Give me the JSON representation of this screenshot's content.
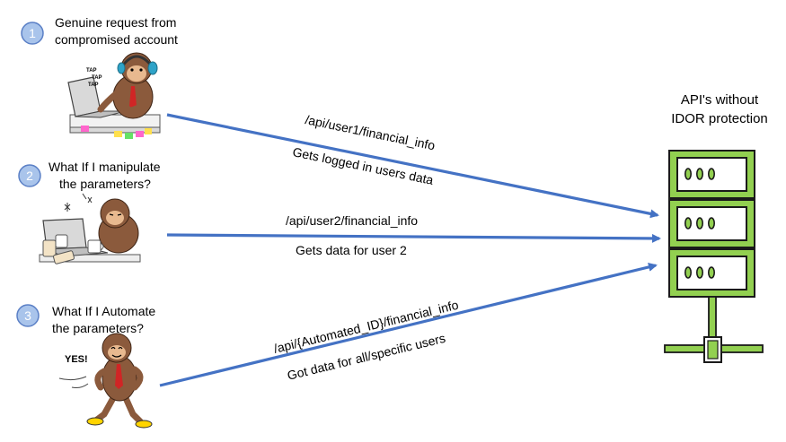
{
  "colors": {
    "arrow": "#4472C4",
    "badge_fill": "#A9C4EB",
    "badge_stroke": "#5B80C6",
    "server_fill": "#92D050",
    "server_stroke": "#1A1A1A",
    "monkey_fur": "#8B5A3C"
  },
  "steps": [
    {
      "number": "1",
      "label_line1": "Genuine request from",
      "label_line2": "compromised account",
      "endpoint": "/api/user1/financial_info",
      "result": "Gets logged in users data",
      "illustration": "monkey-typing-on-laptop-icon",
      "sound_words": [
        "TAP",
        "TAP",
        "TAP"
      ]
    },
    {
      "number": "2",
      "label_line1": "What If I manipulate",
      "label_line2": "the parameters?",
      "endpoint": "/api/user2/financial_info",
      "result": "Gets data for user 2",
      "illustration": "tired-monkey-with-coffee-icon"
    },
    {
      "number": "3",
      "label_line1": "What If I Automate",
      "label_line2": "the parameters?",
      "endpoint": "/api/{Automated_ID}/financial_info",
      "result": "Got data for all/specific users",
      "illustration": "cheering-monkey-icon",
      "exclamation": "YES!"
    }
  ],
  "server": {
    "title_line1": "API's without",
    "title_line2": "IDOR protection",
    "icon": "server-rack-icon",
    "units": 3
  }
}
